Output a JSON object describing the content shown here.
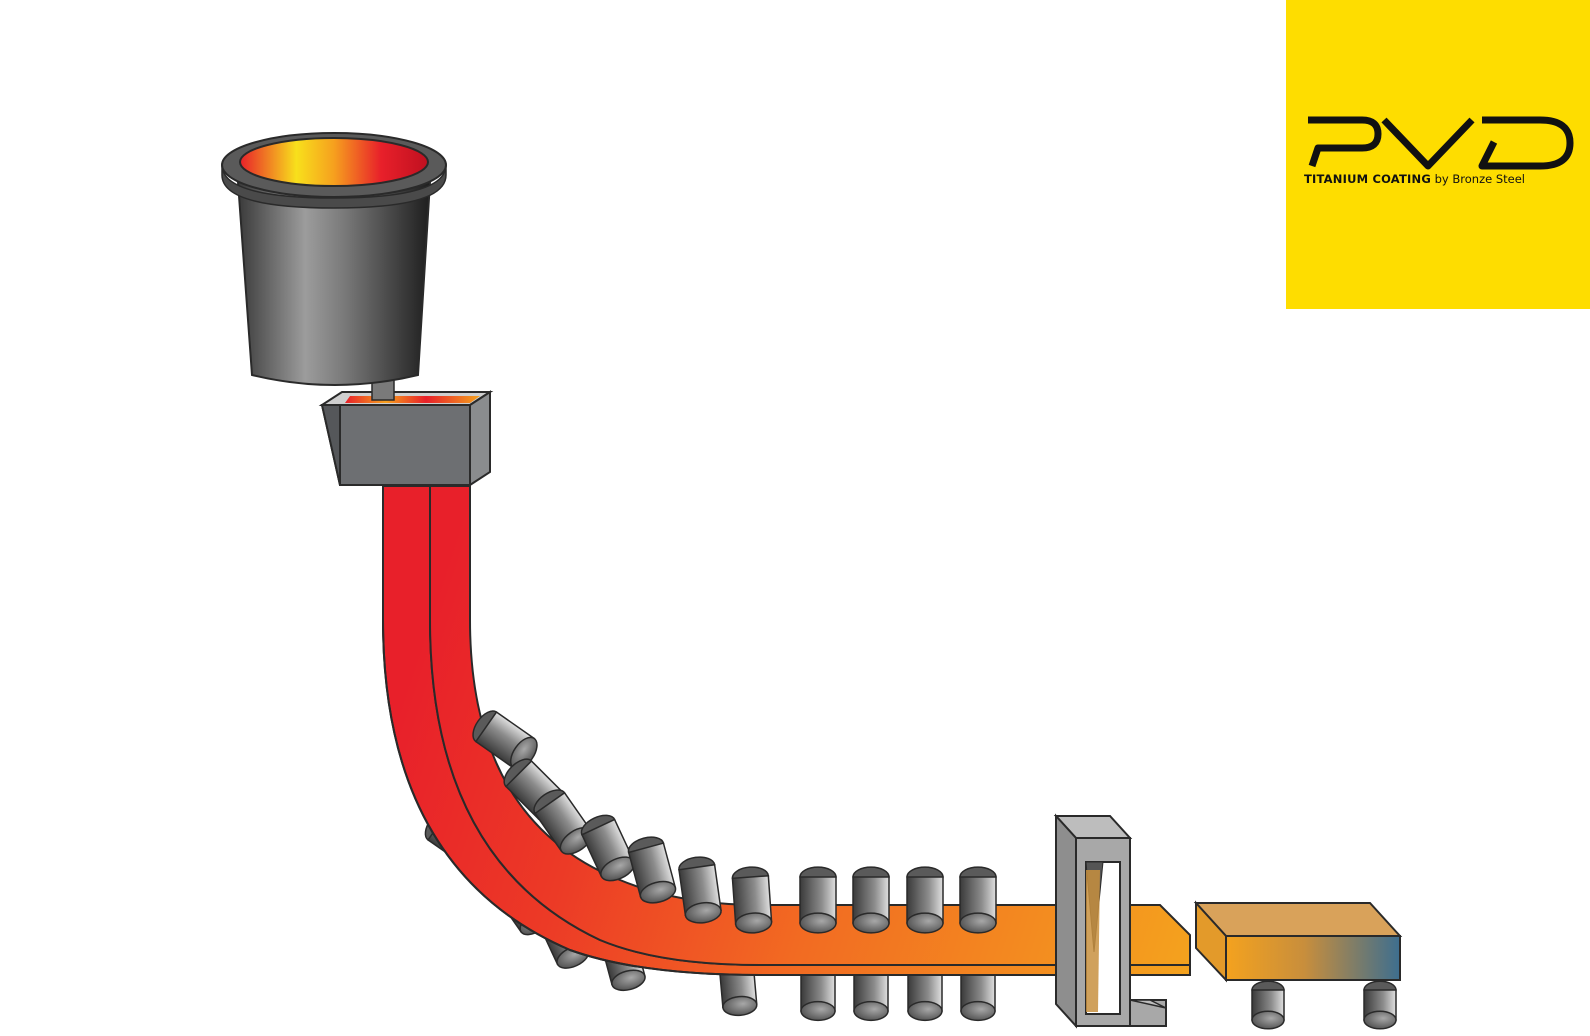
{
  "logo": {
    "wordmark": "PVD",
    "tagline_bold": "TITANIUM COATING",
    "tagline_rest": " by Bronze Steel",
    "background": "#FEDD00",
    "text_color": "#111111"
  },
  "diagram": {
    "subject": "continuous casting of steel",
    "components": [
      "ladle",
      "tundish",
      "curved strand",
      "support rollers",
      "cutting torch",
      "cut slab"
    ],
    "colors": {
      "hot_metal": "#E8202A",
      "mid_metal": "#F26B22",
      "cooling_metal": "#F4A21E",
      "cold_metal": "#3D6E8F",
      "steel_gray": "#6d6f72",
      "outline": "#2a2a2a"
    }
  }
}
